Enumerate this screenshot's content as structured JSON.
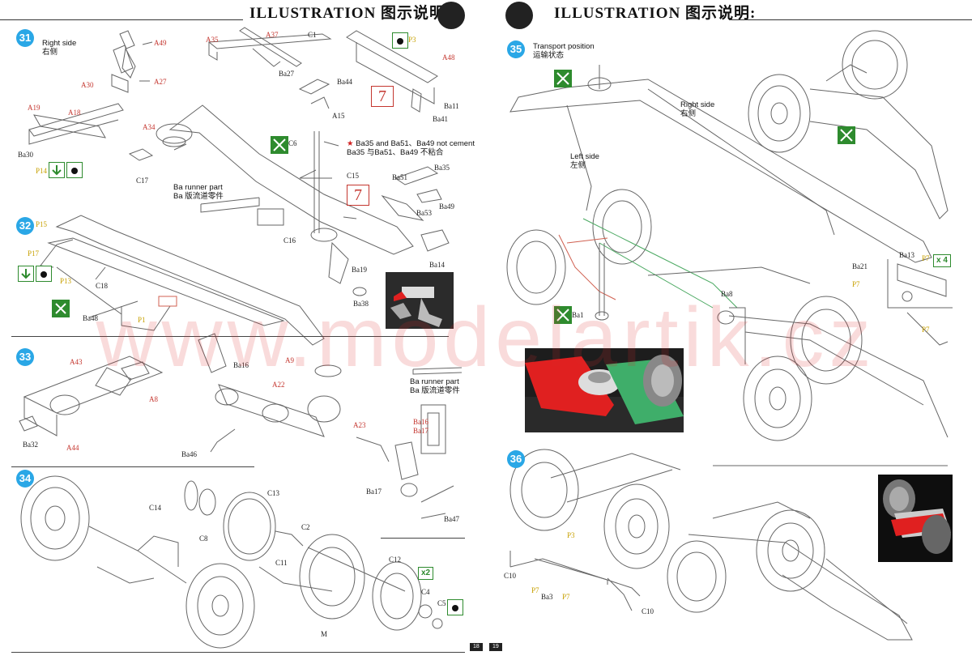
{
  "header": {
    "left_title": "ILLUSTRATION 图示说明:",
    "right_title": "ILLUSTRATION 图示说明:"
  },
  "steps": {
    "s31": "31",
    "s32": "32",
    "s33": "33",
    "s34": "34",
    "s35": "35",
    "s36": "36"
  },
  "notes": {
    "right_side": "Right side",
    "right_side_cn": "右侧",
    "no_cement_1": "Ba35 and Ba51、Ba49 not cement",
    "no_cement_2": "Ba35 与Ba51、Ba49 不粘合",
    "runner_1a": "Ba runner part",
    "runner_1b": "Ba 版流道零件",
    "runner_2a": "Ba runner part",
    "runner_2b": "Ba 版流道零件",
    "transport": "Transport position",
    "transport_cn": "运输状态",
    "right_side2": "Right  side",
    "right_side2_cn": "右侧",
    "left_side": "Left side",
    "left_side_cn": "左侧"
  },
  "big_numbers": [
    "7",
    "7"
  ],
  "multipliers": {
    "x2": "x2",
    "x4": "x 4"
  },
  "labels_red": [
    "A49",
    "A27",
    "A30",
    "A35",
    "A37",
    "A48",
    "A19",
    "A18",
    "A34",
    "A43",
    "A8",
    "A44",
    "A9",
    "A22",
    "A23",
    "Ba16",
    "Ba17"
  ],
  "labels_black": [
    "C1",
    "Ba27",
    "Ba44",
    "A15",
    "Ba11",
    "Ba41",
    "Ba30",
    "C17",
    "C6",
    "C15",
    "Ba51",
    "Ba35",
    "Ba49",
    "Ba53",
    "C16",
    "Ba14",
    "Ba19",
    "Ba38",
    "C18",
    "Ba48",
    "Ba32",
    "Ba16",
    "Ba46",
    "Ba17",
    "Ba47",
    "C14",
    "C13",
    "C8",
    "C2",
    "C11",
    "C12",
    "C4",
    "C5",
    "M",
    "Ba1",
    "Ba21",
    "Ba13",
    "Ba8",
    "C10",
    "Ba3",
    "C10"
  ],
  "labels_yellow": [
    "P3",
    "P14",
    "P15",
    "P17",
    "P13",
    "P1",
    "P7",
    "P7",
    "P7",
    "P3",
    "P7",
    "P7"
  ],
  "page_numbers": {
    "left": "18",
    "right": "19"
  },
  "watermark": "www.modelartik.cz",
  "colors": {
    "step_blue": "#2aa7e6",
    "label_red": "#c4362f",
    "icon_green": "#2e8b2e",
    "part_yellow": "#c7a000",
    "highlight_red": "#e02020",
    "highlight_green": "#3fae6a"
  }
}
